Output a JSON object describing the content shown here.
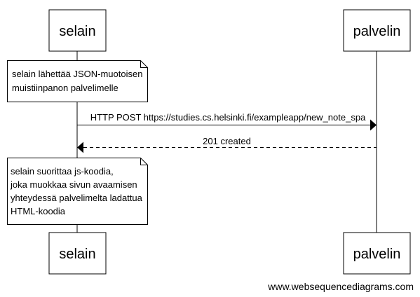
{
  "participants": {
    "client": {
      "label": "selain"
    },
    "server": {
      "label": "palvelin"
    }
  },
  "notes": {
    "first": {
      "lines": [
        "selain lähettää JSON-muotoisen",
        "muistiinpanon palvelimelle"
      ]
    },
    "second": {
      "lines": [
        "selain suorittaa js-koodia,",
        "joka muokkaa sivun avaamisen",
        "yhteydessä palvelimelta ladattua",
        "HTML-koodia"
      ]
    }
  },
  "messages": {
    "request": {
      "label": "HTTP POST https://studies.cs.helsinki.fi/exampleapp/new_note_spa",
      "from": "selain",
      "to": "palvelin",
      "style": "solid"
    },
    "response": {
      "label": "201 created",
      "from": "palvelin",
      "to": "selain",
      "style": "dashed"
    }
  },
  "watermark": "www.websequencediagrams.com"
}
